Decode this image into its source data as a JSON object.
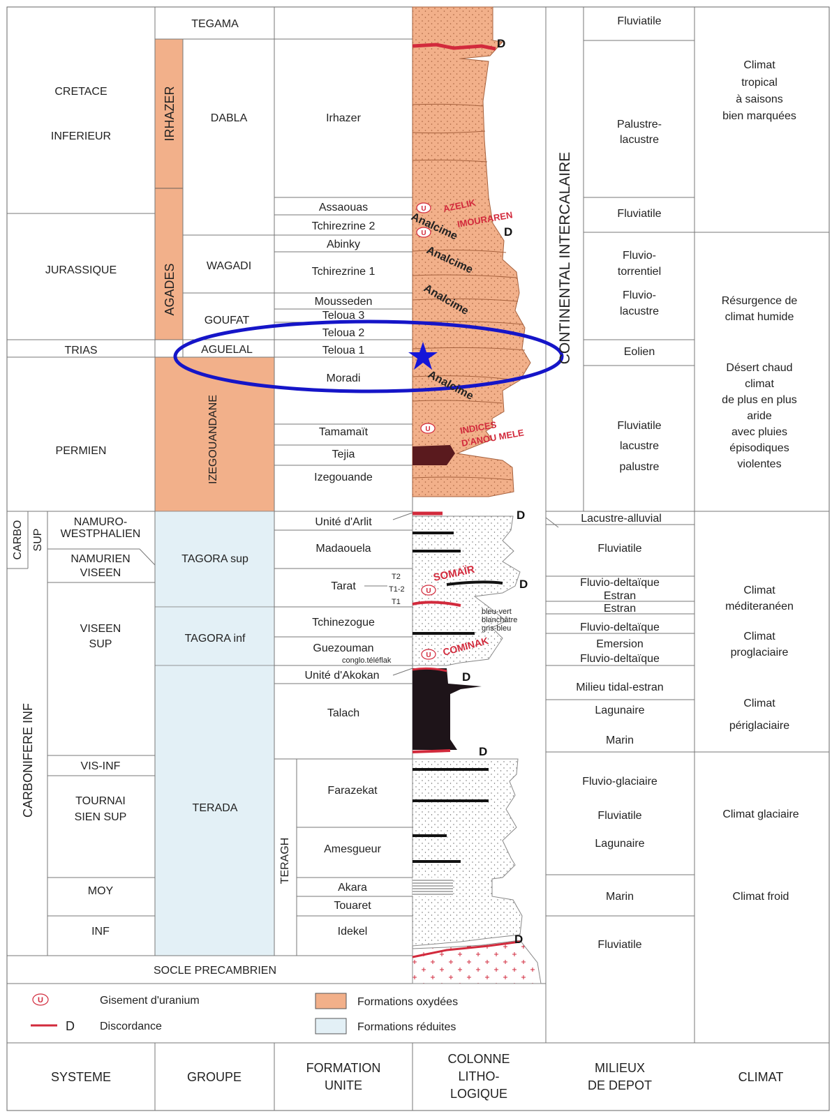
{
  "footer": {
    "systeme": "SYSTEME",
    "groupe": "GROUPE",
    "formation": [
      "FORMATION",
      "UNITE"
    ],
    "colonne": [
      "COLONNE",
      "LITHO-",
      "LOGIQUE"
    ],
    "milieux": [
      "MILIEUX",
      "DE DEPOT"
    ],
    "climat": "CLIMAT"
  },
  "legend": {
    "uranium": "Gisement d'uranium",
    "uranium_symbol": "U",
    "discordance_symbol": "D",
    "discordance": "Discordance",
    "oxydees": "Formations oxydées",
    "reduites": "Formations réduites",
    "oxydees_color": "#f2b08a",
    "reduites_color": "#e3f0f6"
  },
  "systems": {
    "cretace": [
      "CRETACE",
      "INFERIEUR"
    ],
    "jurassique": "JURASSIQUE",
    "trias": "TRIAS",
    "permien": "PERMIEN",
    "carbo_sup": [
      "CARBO",
      "SUP"
    ],
    "carbonifere_inf": "CARBONIFERE INF",
    "socle": "SOCLE PRECAMBRIEN",
    "sub": {
      "namuro": [
        "NAMURO-",
        "WESTPHALIEN"
      ],
      "namurien": [
        "NAMURIEN",
        "VISEEN"
      ],
      "viseen_sup": [
        "VISEEN",
        "SUP"
      ],
      "vis_inf": "VIS-INF",
      "tournai": [
        "TOURNAI",
        "SIEN SUP"
      ],
      "moy": "MOY",
      "inf": "INF"
    }
  },
  "groups": {
    "tegama": "TEGAMA",
    "irhazer": "IRHAZER",
    "agades": "AGADES",
    "izegouandane": "IZEGOUANDANE",
    "dabla": "DABLA",
    "wagadi": "WAGADI",
    "goufat": "GOUFAT",
    "aguelal": "AGUELAL",
    "tagora_sup": "TAGORA sup",
    "tagora_inf": "TAGORA inf",
    "terada": "TERADA",
    "teragh": "TERAGH"
  },
  "formations": {
    "irhazer": "Irhazer",
    "assaouas": "Assaouas",
    "tchirezrine2": "Tchirezrine 2",
    "abinky": "Abinky",
    "tchirezrine1": "Tchirezrine 1",
    "mousseden": "Mousseden",
    "teloua3": "Teloua 3",
    "teloua2": "Teloua 2",
    "teloua1": "Teloua 1",
    "moradi": "Moradi",
    "tamamait": "Tamamaït",
    "tejia": "Tejia",
    "izegouande": "Izegouande",
    "arlit": "Unité d'Arlit",
    "madaouela": "Madaouela",
    "tarat": "Tarat",
    "tarat_t2": "T2",
    "tarat_t12": "T1-2",
    "tarat_t1": "T1",
    "tchinezogue": "Tchinezogue",
    "guezouman": "Guezouman",
    "conglo": "conglo.téléflak",
    "akokan": "Unité d'Akokan",
    "talach": "Talach",
    "farazekat": "Farazekat",
    "amesgueur": "Amesgueur",
    "akara": "Akara",
    "touaret": "Touaret",
    "idekel": "Idekel"
  },
  "lithology": {
    "analcime": "Analcime",
    "azelik": "AZELIK",
    "imouraren": "IMOURAREN",
    "indices": [
      "INDICES",
      "D'ANOU MELE"
    ],
    "somair": "SOMAÏR",
    "cominak": "COMINAK",
    "colors_note": [
      "bleu-vert",
      "blanchâtre",
      "gris-bleu"
    ]
  },
  "continental": "CONTINENTAL INTERCALAIRE",
  "milieux": {
    "fluviatile": "Fluviatile",
    "palustre": [
      "Palustre-",
      "lacustre"
    ],
    "fluvio_torrentiel": [
      "Fluvio-",
      "torrentiel"
    ],
    "fluvio_lacustre": [
      "Fluvio-",
      "lacustre"
    ],
    "eolien": "Eolien",
    "perm": [
      "Fluviatile",
      "lacustre",
      "palustre"
    ],
    "lacustre_alluvial": "Lacustre-alluvial",
    "fluvio_deltaique": "Fluvio-deltaïque",
    "estran": "Estran",
    "emersion": "Emersion",
    "tidal": "Milieu tidal-estran",
    "lagunaire": "Lagunaire",
    "marin": "Marin",
    "fluvio_glaciaire": "Fluvio-glaciaire"
  },
  "climat": {
    "tropical": [
      "Climat",
      "tropical",
      "à saisons",
      "bien marquées"
    ],
    "resurgence": [
      "Résurgence de",
      "climat humide"
    ],
    "desert": [
      "Désert chaud",
      "climat",
      "de plus en plus",
      "aride",
      "avec pluies",
      "épisodiques",
      "violentes"
    ],
    "mediterraneen": [
      "Climat",
      "méditeranéen"
    ],
    "proglaciaire": [
      "Climat",
      "proglaciaire"
    ],
    "periglaciaire": [
      "Climat",
      "périglaciaire"
    ],
    "glaciaire": "Climat glaciaire",
    "froid": "Climat froid"
  },
  "colors": {
    "oxide": "#f2b08a",
    "oxide_dark": "#e8926a",
    "reduced": "#e3f0f6",
    "red": "#d22a3c",
    "ellipse": "#1515c8",
    "star": "#1515d8"
  }
}
